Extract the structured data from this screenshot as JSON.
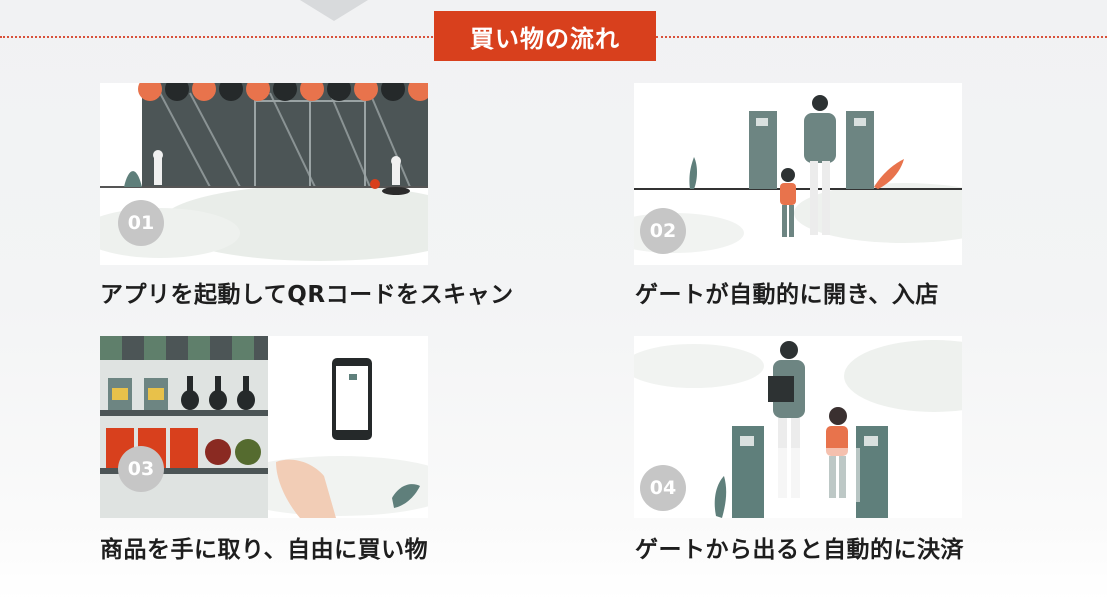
{
  "section_title": "買い物の流れ",
  "steps": [
    {
      "number": "01",
      "caption": "アプリを起動してQRコードをスキャン"
    },
    {
      "number": "02",
      "caption": "ゲートが自動的に開き、入店"
    },
    {
      "number": "03",
      "caption": "商品を手に取り、自由に買い物"
    },
    {
      "number": "04",
      "caption": "ゲートから出ると自動的に決済"
    }
  ],
  "colors": {
    "accent": "#d8401d",
    "badge": "#c6c6c6",
    "teal": "#5f7f7b",
    "orange": "#e8734c"
  }
}
